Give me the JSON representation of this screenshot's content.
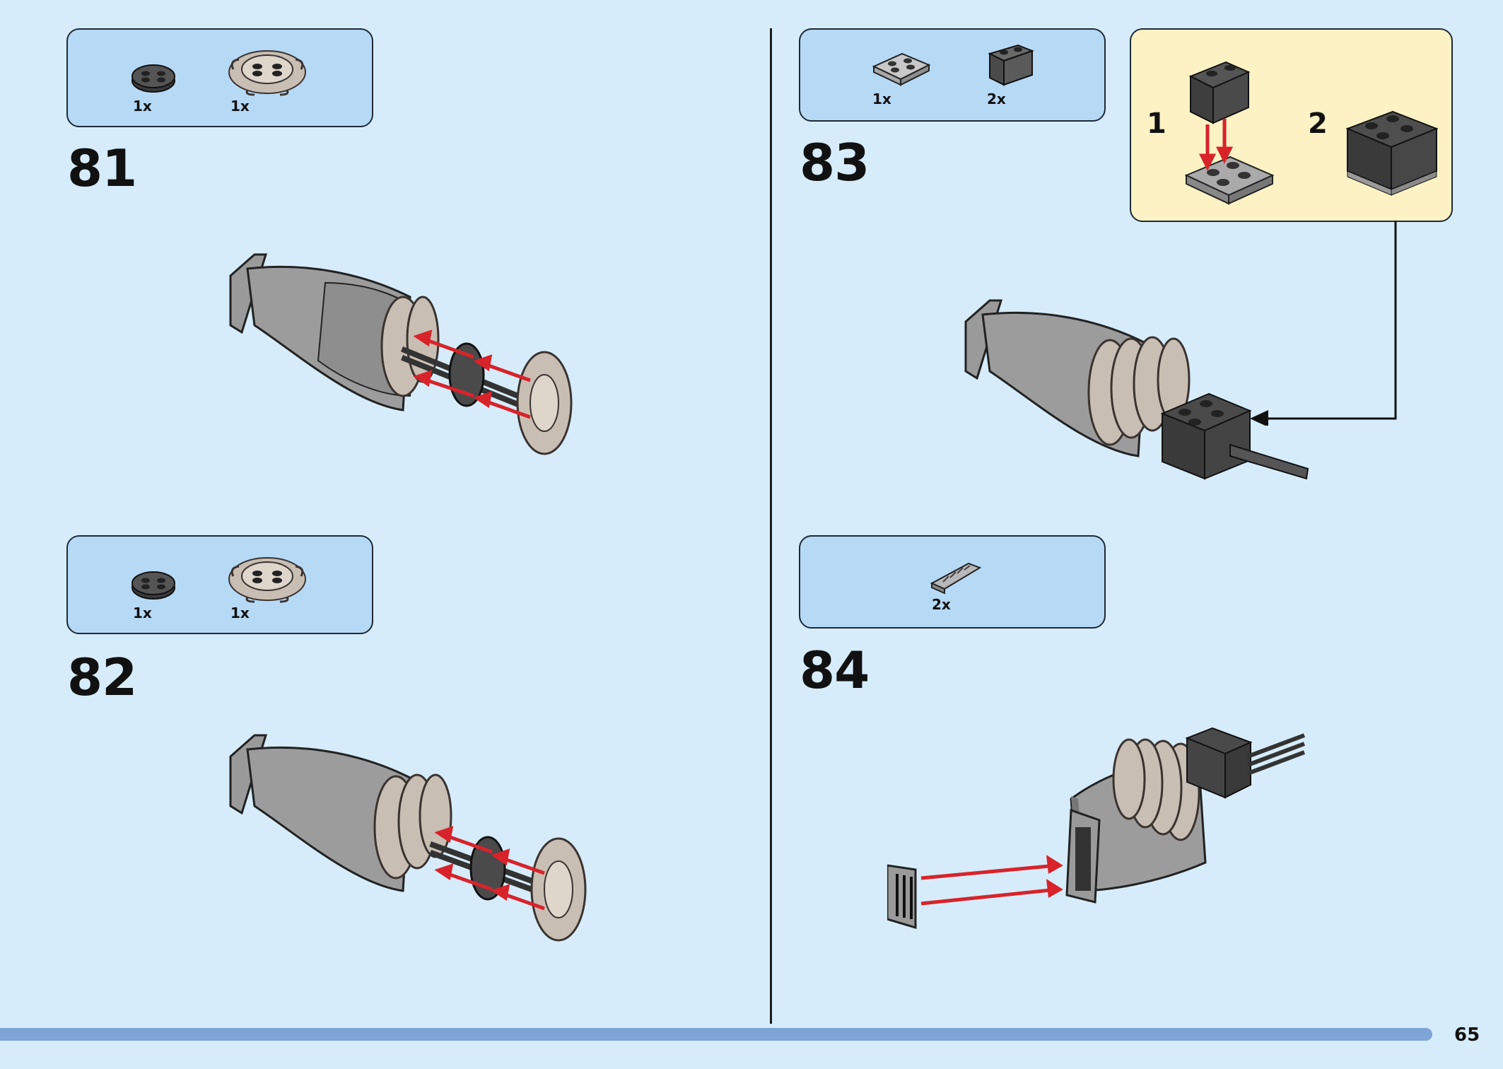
{
  "steps": [
    {
      "number": "81",
      "parts": [
        {
          "qty": "1x",
          "icon": "round-plate-dark-gray"
        },
        {
          "qty": "1x",
          "icon": "wheel-hub-tan"
        }
      ]
    },
    {
      "number": "82",
      "parts": [
        {
          "qty": "1x",
          "icon": "round-plate-dark-gray"
        },
        {
          "qty": "1x",
          "icon": "wheel-hub-tan"
        }
      ]
    },
    {
      "number": "83",
      "parts": [
        {
          "qty": "1x",
          "icon": "plate-2x2-light-gray"
        },
        {
          "qty": "2x",
          "icon": "brick-1x2-dark-gray"
        }
      ],
      "callout": {
        "substeps": [
          "1",
          "2"
        ]
      }
    },
    {
      "number": "84",
      "parts": [
        {
          "qty": "2x",
          "icon": "slope-grille-light-gray"
        }
      ]
    }
  ],
  "page_number": "65",
  "colors": {
    "background": "#d6ecfb",
    "parts_box": "#b6d9f6",
    "callout": "#fdf2c4",
    "arrow": "#d8232a",
    "footer_bar": "#7ea4d8"
  }
}
